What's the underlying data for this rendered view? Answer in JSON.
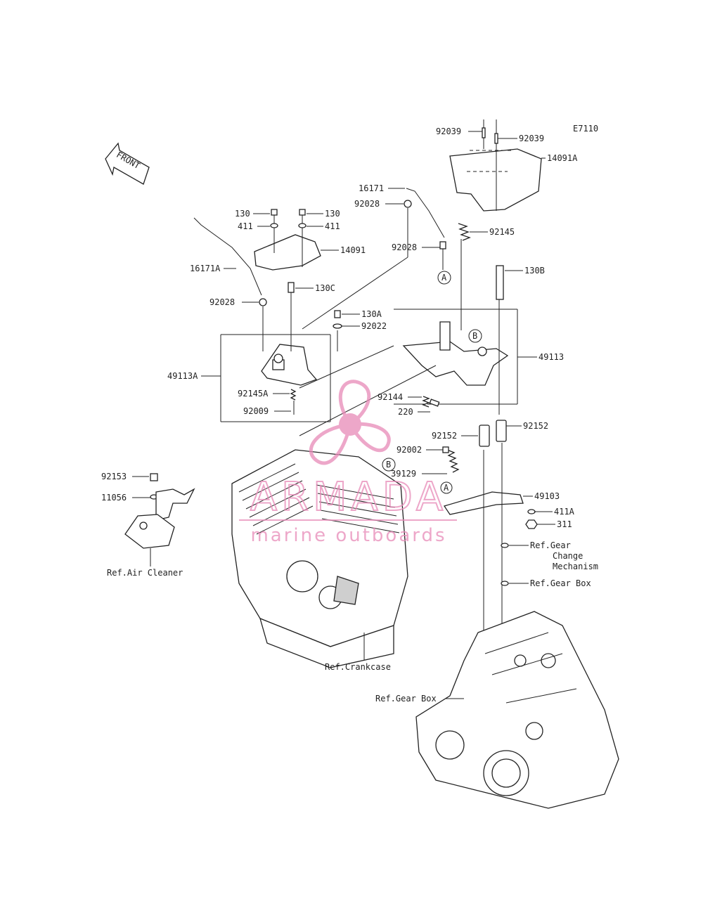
{
  "diagram_code": "E7110",
  "front_label": "FRONT",
  "ref_circles": [
    "A",
    "B"
  ],
  "part_labels": {
    "p92039_left": "92039",
    "p92039_right": "92039",
    "p14091A": "14091A",
    "p16171": "16171",
    "p92028_top": "92028",
    "p92028_mid": "92028",
    "p92145": "92145",
    "p130_left": "130",
    "p130_right": "130",
    "p411_left": "411",
    "p411_right": "411",
    "p14091": "14091",
    "p16171A": "16171A",
    "p130C": "130C",
    "p92028_left": "92028",
    "p130A": "130A",
    "p92022": "92022",
    "p130B": "130B",
    "p49113A": "49113A",
    "p49113": "49113",
    "p92145A": "92145A",
    "p92009": "92009",
    "p92144": "92144",
    "p220": "220",
    "p92152_left": "92152",
    "p92152_right": "92152",
    "p92002": "92002",
    "p39129": "39129",
    "p49103": "49103",
    "p411A": "411A",
    "p311": "311",
    "p92153": "92153",
    "p11056": "11056"
  },
  "ref_labels": {
    "air_cleaner": "Ref.Air Cleaner",
    "gear_change_1": "Ref.Gear",
    "gear_change_2": "Change",
    "gear_change_3": "Mechanism",
    "gear_box_small": "Ref.Gear Box",
    "crankcase": "Ref.Crankcase",
    "gear_box_main": "Ref.Gear Box"
  },
  "watermark": {
    "brand": "ARMADA",
    "tagline": "marine outboards",
    "color": "#e88ab8"
  }
}
